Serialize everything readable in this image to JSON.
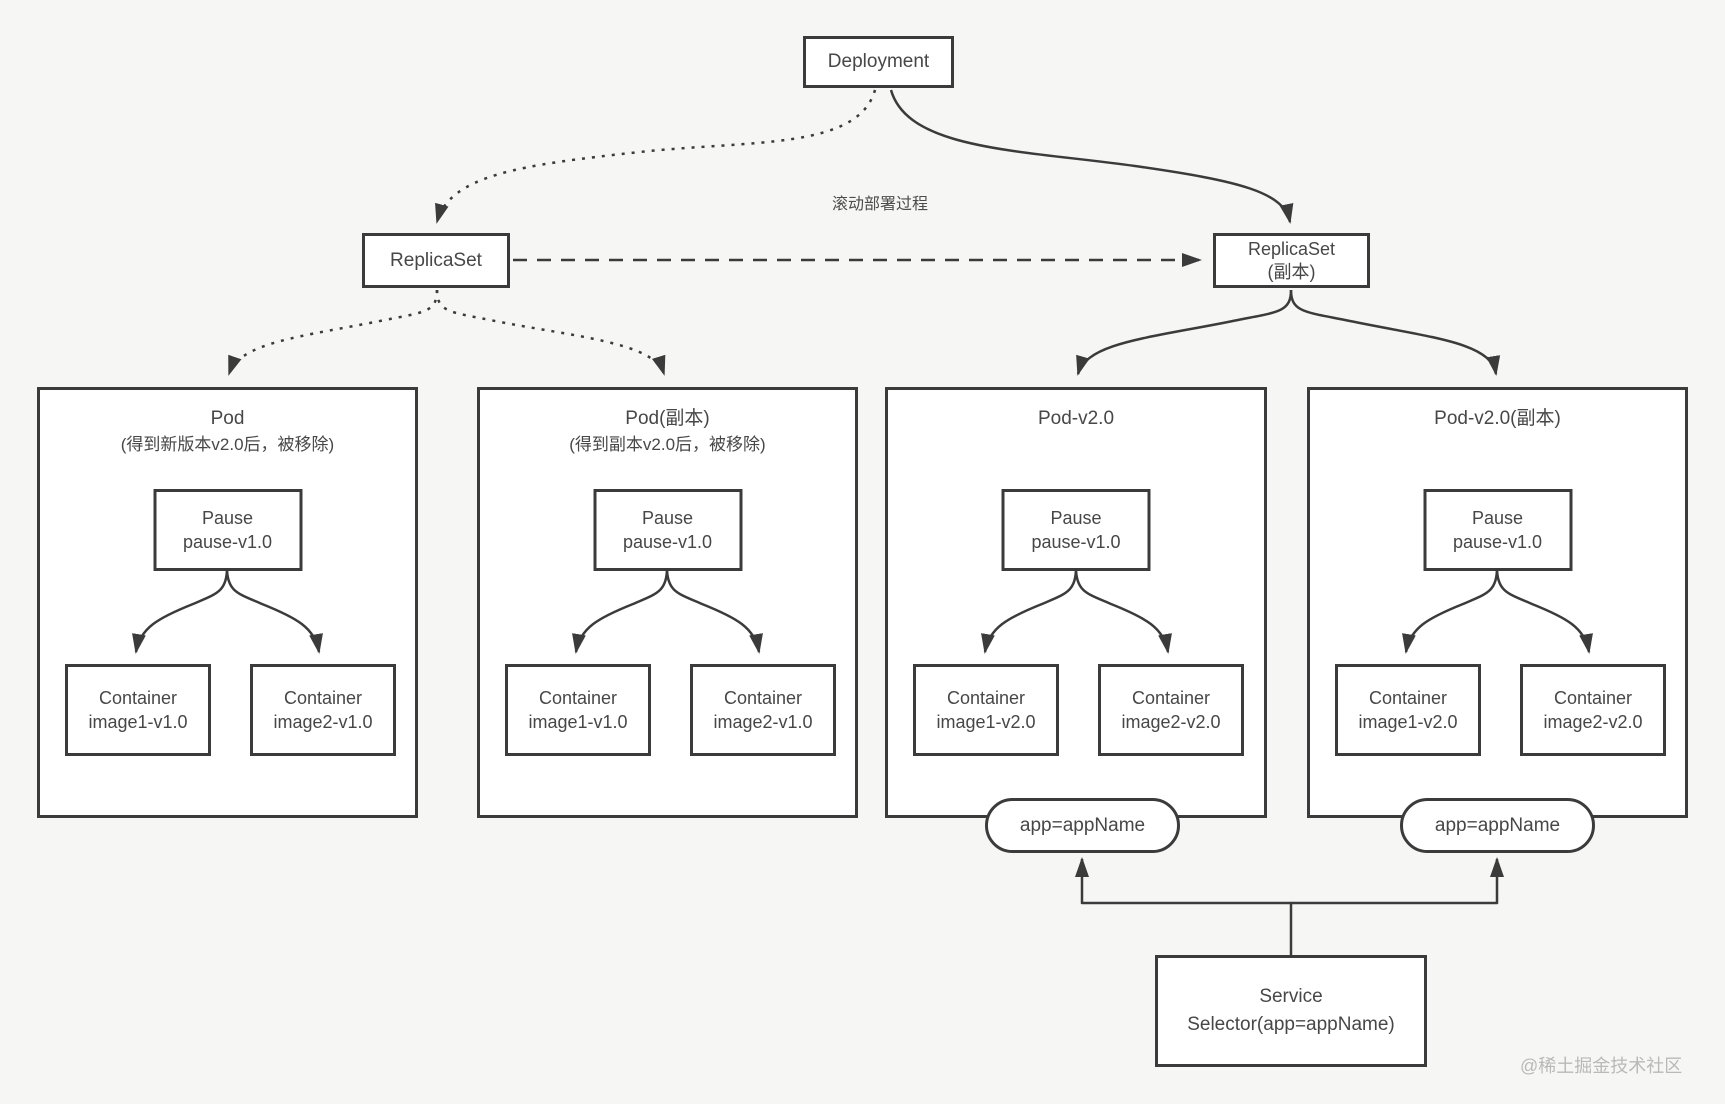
{
  "diagram": {
    "background": "#f6f6f5",
    "colors": {
      "line": "#3b3b3b",
      "box_border": "#3b3b3b",
      "box_fill": "#ffffff",
      "text": "#474747",
      "watermark": "#b9b9b9"
    },
    "deployment": {
      "label": "Deployment"
    },
    "process_label": "滚动部署过程",
    "replicaset_old": {
      "label": "ReplicaSet"
    },
    "replicaset_new": {
      "label": "ReplicaSet",
      "sublabel": "(副本)"
    },
    "pods": [
      {
        "title": "Pod",
        "subtitle": "(得到新版本v2.0后，被移除)",
        "pause": {
          "name": "Pause",
          "image": "pause-v1.0"
        },
        "containers": [
          {
            "name": "Container",
            "image": "image1-v1.0"
          },
          {
            "name": "Container",
            "image": "image2-v1.0"
          }
        ]
      },
      {
        "title": "Pod(副本)",
        "subtitle": "(得到副本v2.0后，被移除)",
        "pause": {
          "name": "Pause",
          "image": "pause-v1.0"
        },
        "containers": [
          {
            "name": "Container",
            "image": "image1-v1.0"
          },
          {
            "name": "Container",
            "image": "image2-v1.0"
          }
        ]
      },
      {
        "title": "Pod-v2.0",
        "subtitle": "",
        "pause": {
          "name": "Pause",
          "image": "pause-v1.0"
        },
        "containers": [
          {
            "name": "Container",
            "image": "image1-v2.0"
          },
          {
            "name": "Container",
            "image": "image2-v2.0"
          }
        ],
        "selector": "app=appName"
      },
      {
        "title": "Pod-v2.0(副本)",
        "subtitle": "",
        "pause": {
          "name": "Pause",
          "image": "pause-v1.0"
        },
        "containers": [
          {
            "name": "Container",
            "image": "image1-v2.0"
          },
          {
            "name": "Container",
            "image": "image2-v2.0"
          }
        ],
        "selector": "app=appName"
      }
    ],
    "service": {
      "line1": "Service",
      "line2": "Selector(app=appName)"
    },
    "watermark": "@稀土掘金技术社区"
  }
}
